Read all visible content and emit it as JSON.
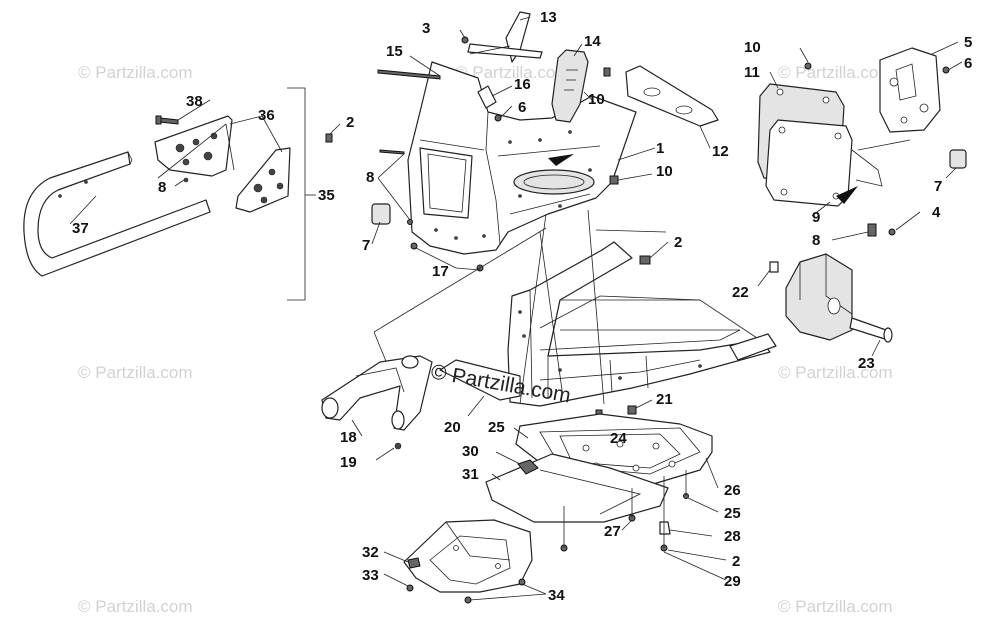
{
  "watermark": {
    "main": "© Partzilla.com",
    "ghost": "© Partzilla.com",
    "ghost2": "© Partzilla.com",
    "ghost3": "© Partzilla.com",
    "ghost4": "© Partzilla.com",
    "ghost5": "© Partzilla.com",
    "ghost6": "© Partzilla.com",
    "ghost7": "© Partzilla.com"
  },
  "callouts": {
    "c1": "1",
    "c2a": "2",
    "c2b": "2",
    "c2c": "2",
    "c3": "3",
    "c4": "4",
    "c5": "5",
    "c6a": "6",
    "c6b": "6",
    "c7a": "7",
    "c7b": "7",
    "c8a": "8",
    "c8b": "8",
    "c8c": "8",
    "c9": "9",
    "c10a": "10",
    "c10b": "10",
    "c10c": "10",
    "c11": "11",
    "c12": "12",
    "c13": "13",
    "c14": "14",
    "c15": "15",
    "c16": "16",
    "c17": "17",
    "c18": "18",
    "c19": "19",
    "c20": "20",
    "c21": "21",
    "c22": "22",
    "c23": "23",
    "c24": "24",
    "c25a": "25",
    "c25b": "25",
    "c26": "26",
    "c27": "27",
    "c28": "28",
    "c29": "29",
    "c30": "30",
    "c31": "31",
    "c32": "32",
    "c33": "33",
    "c34": "34",
    "c35": "35",
    "c36": "36",
    "c37": "37",
    "c38": "38"
  }
}
